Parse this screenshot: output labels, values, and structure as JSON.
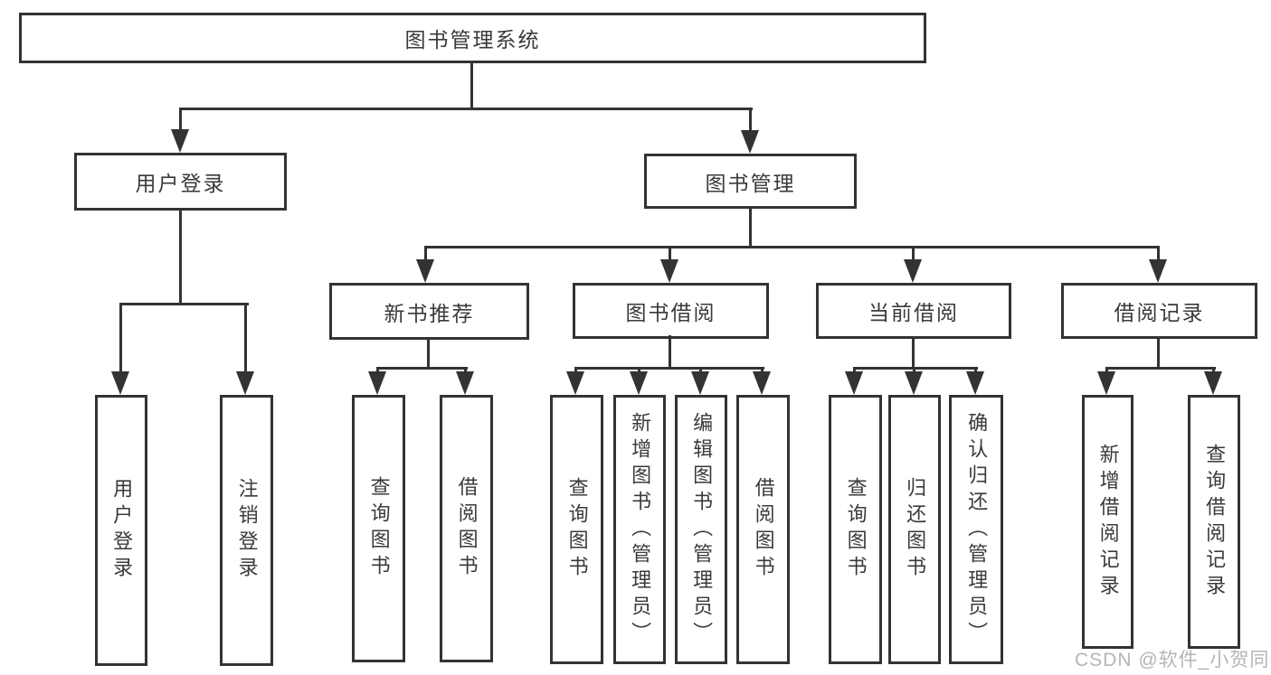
{
  "colors": {
    "line": "#333333",
    "text": "#3a3a3a",
    "watermark": "#b5b5b5",
    "background": "#ffffff"
  },
  "watermark": {
    "text": "CSDN @软件_小贺同学"
  },
  "tree": {
    "label": "图书管理系统",
    "children": [
      {
        "label": "用户登录",
        "children": [
          {
            "label": "用户登录"
          },
          {
            "label": "注销登录"
          }
        ]
      },
      {
        "label": "图书管理",
        "children": [
          {
            "label": "新书推荐",
            "children": [
              {
                "label": "查询图书"
              },
              {
                "label": "借阅图书"
              }
            ]
          },
          {
            "label": "图书借阅",
            "children": [
              {
                "label": "查询图书"
              },
              {
                "label": "新增图书（管理员）"
              },
              {
                "label": "编辑图书（管理员）"
              },
              {
                "label": "借阅图书"
              }
            ]
          },
          {
            "label": "当前借阅",
            "children": [
              {
                "label": "查询图书"
              },
              {
                "label": "归还图书"
              },
              {
                "label": "确认归还（管理员）"
              }
            ]
          },
          {
            "label": "借阅记录",
            "children": [
              {
                "label": "新增借阅记录"
              },
              {
                "label": "查询借阅记录"
              }
            ]
          }
        ]
      }
    ]
  }
}
